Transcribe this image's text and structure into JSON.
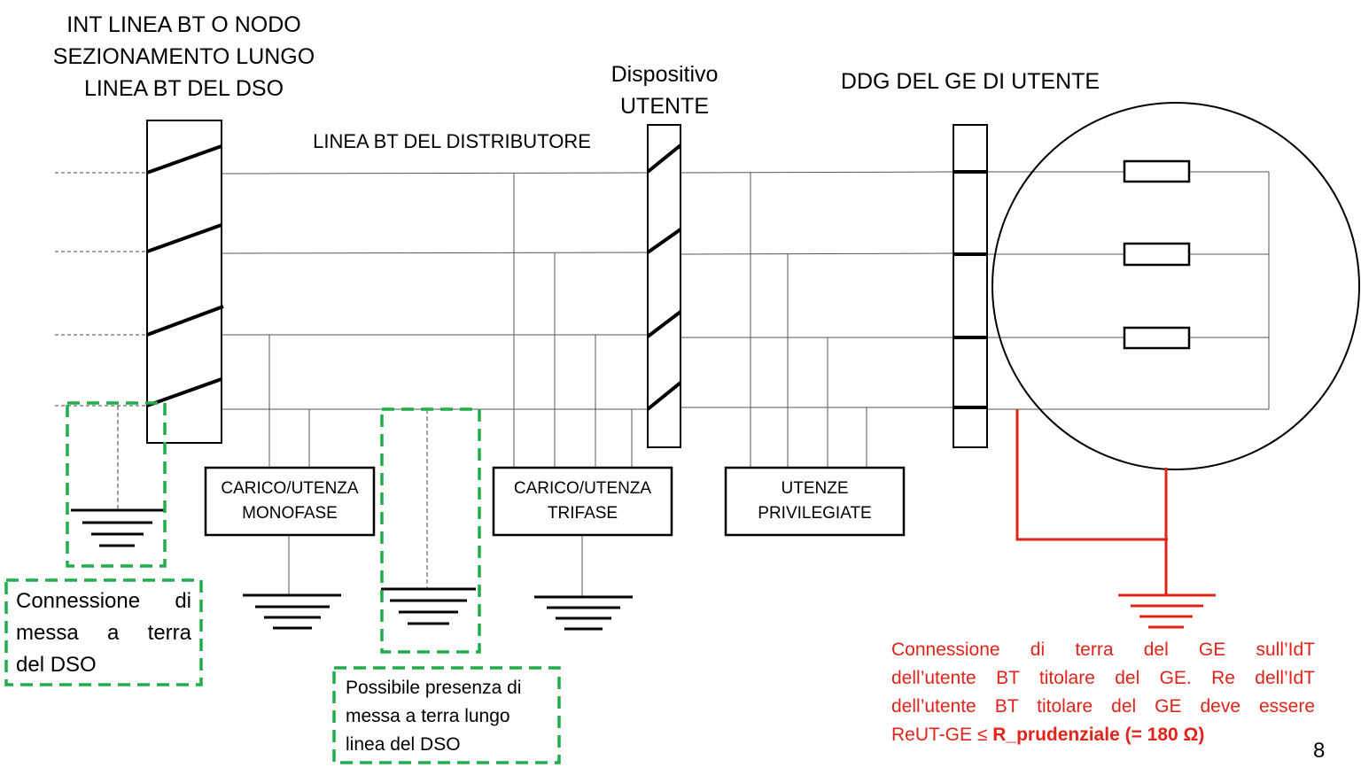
{
  "labels": {
    "switch_left": [
      "INT LINEA BT O NODO",
      "SEZIONAMENTO LUNGO",
      "LINEA BT DEL DSO"
    ],
    "line": "LINEA BT DEL DISTRIBUTORE",
    "device": [
      "Dispositivo",
      "UTENTE"
    ],
    "ddg": "DDG DEL GE DI UTENTE"
  },
  "boxes": {
    "monofase": [
      "CARICO/UTENZA",
      "MONOFASE"
    ],
    "trifase": [
      "CARICO/UTENZA",
      "TRIFASE"
    ],
    "privilegiate": [
      "UTENZE",
      "PRIVILEGIATE"
    ]
  },
  "notes": {
    "dso": [
      "Connessione di",
      "messa a terra",
      "del DSO"
    ],
    "possibile": [
      "Possibile presenza di",
      "messa a terra lungo",
      "linea del DSO"
    ],
    "ge": [
      "Connessione di terra del GE sull’IdT",
      "dell’utente BT titolare del GE. Re dell’IdT",
      "dell’utente BT titolare del GE deve essere"
    ],
    "ge_last_prefix": "ReUT-GE ≤ ",
    "ge_last_bold": "R_prudenziale (= 180 Ω)"
  },
  "page_number": "8",
  "colors": {
    "ink": "#000000",
    "red": "#e2231a",
    "green": "#1fae4b",
    "thin": "#555555"
  }
}
